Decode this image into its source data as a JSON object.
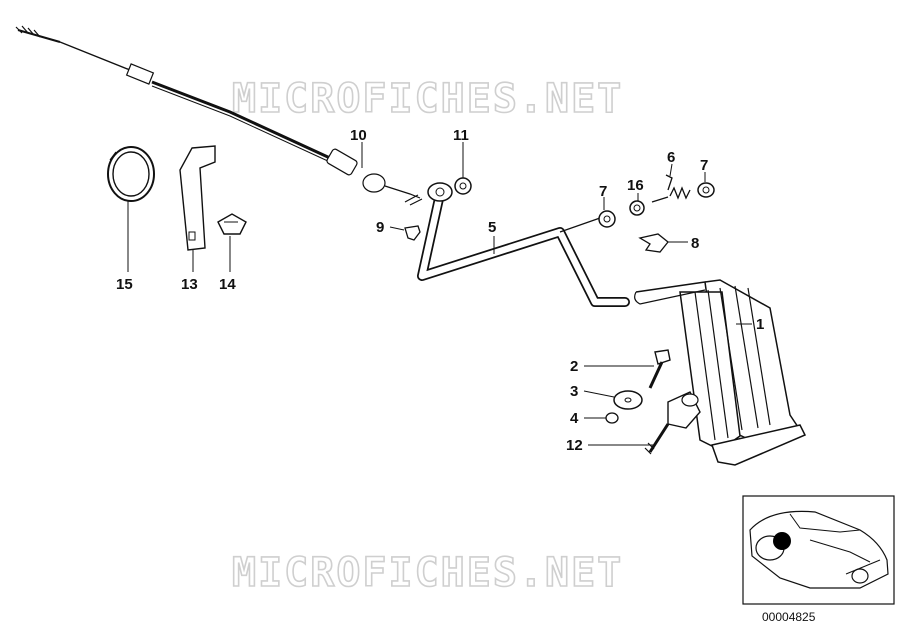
{
  "watermark": "MICROFICHES.NET",
  "diagram_number": "00004825",
  "labels": {
    "p1": "1",
    "p2": "2",
    "p3": "3",
    "p4": "4",
    "p5": "5",
    "p6": "6",
    "p7a": "7",
    "p7b": "7",
    "p8": "8",
    "p9": "9",
    "p10": "10",
    "p11": "11",
    "p12": "12",
    "p13": "13",
    "p14": "14",
    "p15": "15",
    "p16": "16"
  },
  "colors": {
    "ink": "#111111",
    "watermark": "#cfcfcf",
    "marker": "#000000"
  }
}
